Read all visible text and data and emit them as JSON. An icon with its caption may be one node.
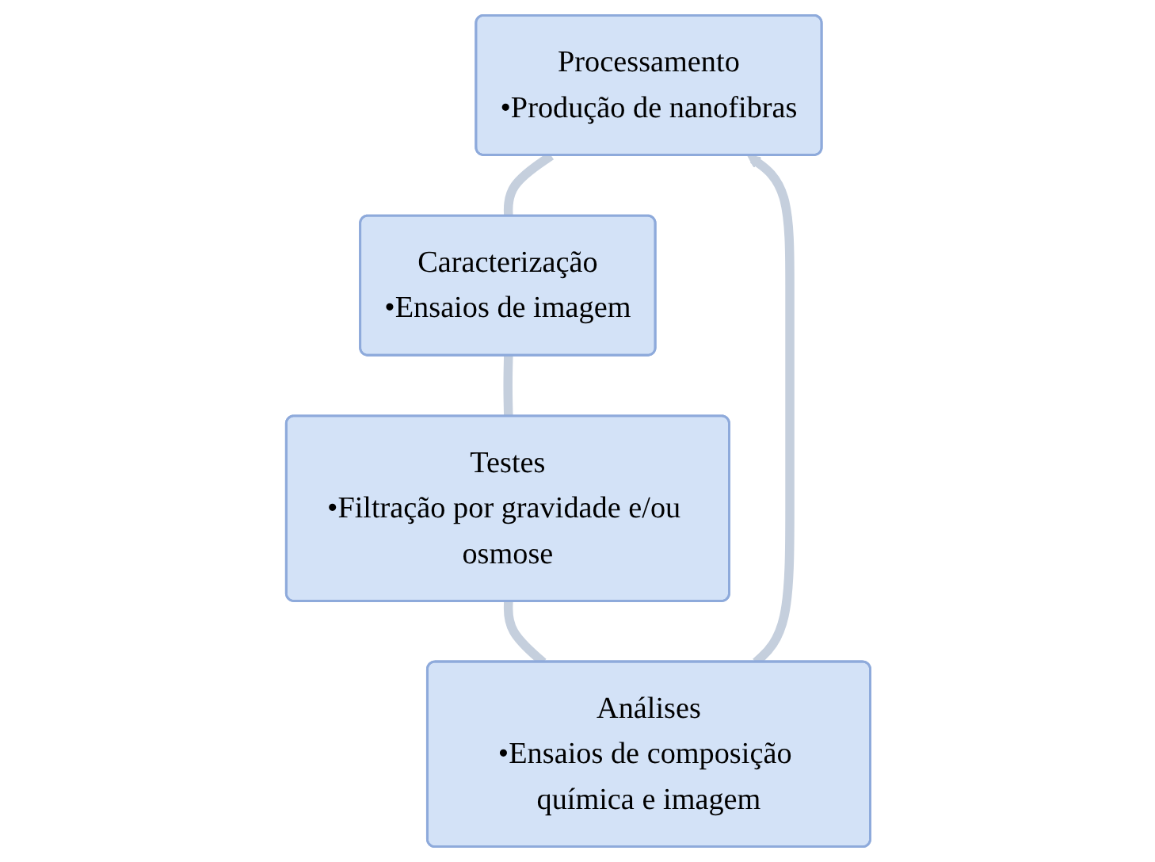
{
  "diagram": {
    "nodes": [
      {
        "text": [
          "Processamento",
          "•Produção de nanofibras"
        ]
      },
      {
        "text": [
          "Caracterização",
          "•Ensaios de imagem"
        ]
      },
      {
        "text": [
          "Testes",
          "•Filtração por gravidade e/ou osmose"
        ]
      },
      {
        "text": [
          "Análises",
          "•Ensaios de composição química e imagem"
        ]
      }
    ],
    "edges": [
      {
        "from": 0,
        "to": 1,
        "arrow": "none"
      },
      {
        "from": 1,
        "to": 2,
        "arrow": "none"
      },
      {
        "from": 2,
        "to": 3,
        "arrow": "none"
      },
      {
        "from": 3,
        "to": 0,
        "arrow": "to"
      }
    ]
  }
}
